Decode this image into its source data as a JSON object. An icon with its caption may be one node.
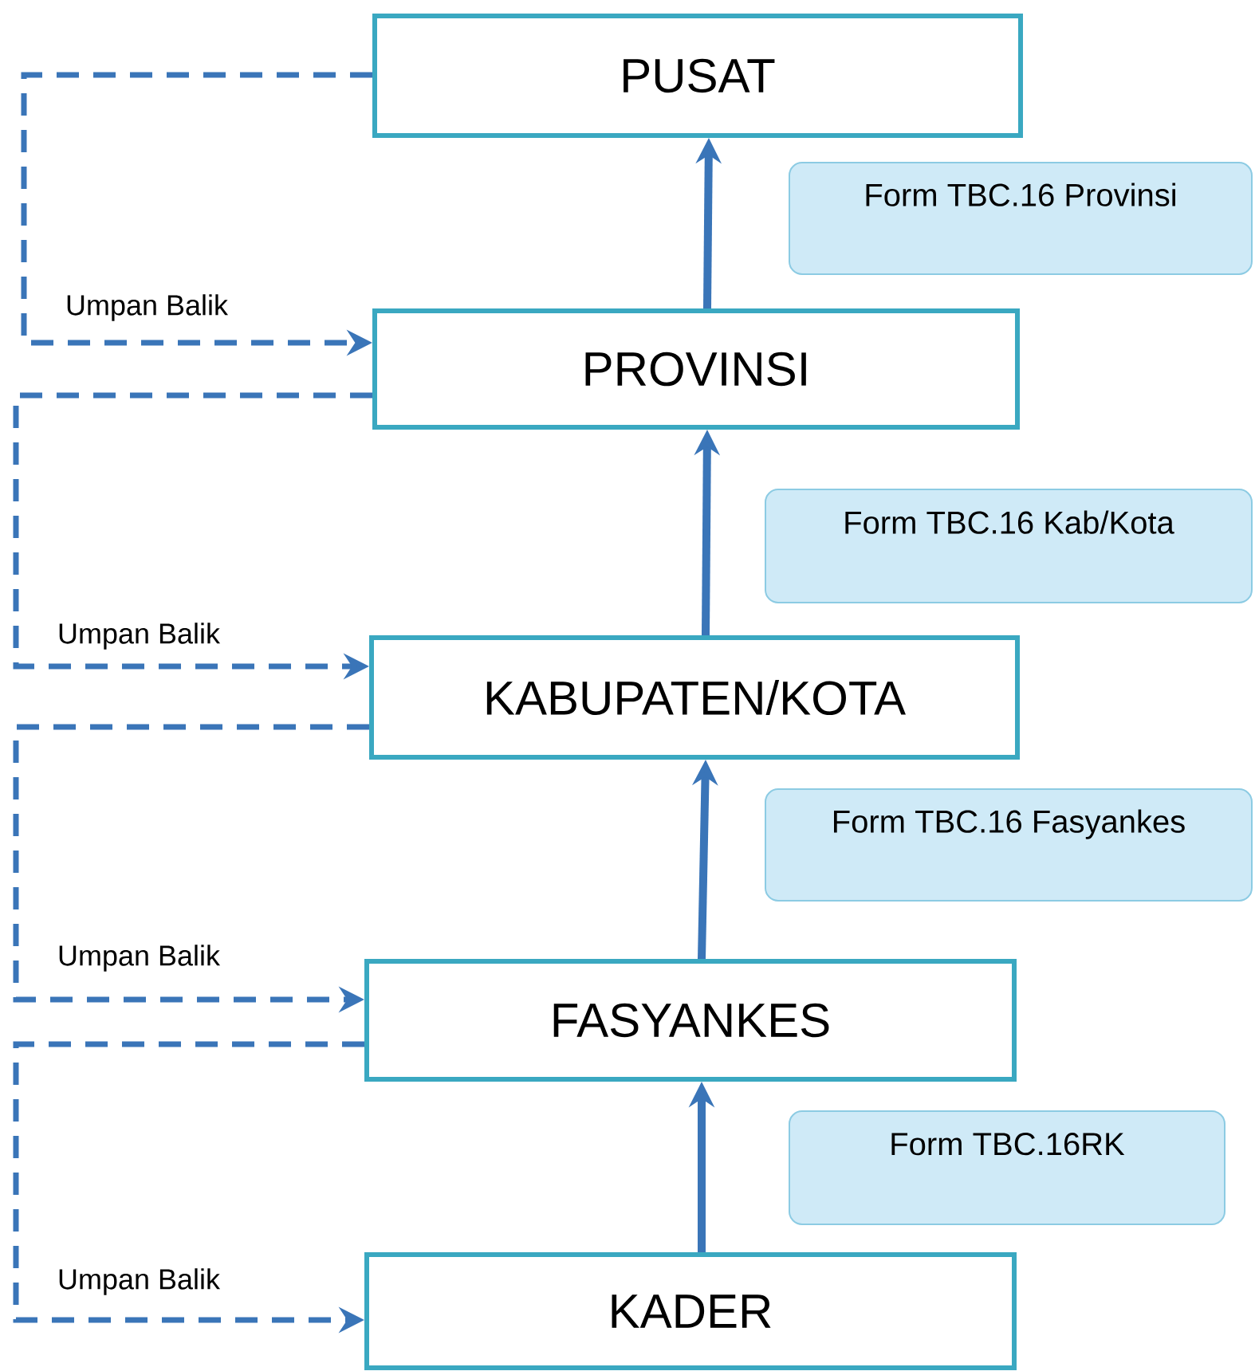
{
  "diagram": {
    "nodes": [
      {
        "text": [
          "PUSAT"
        ]
      },
      {
        "text": [
          "Form TBC.16 Provinsi"
        ]
      },
      {
        "text": [
          "PROVINSI"
        ]
      },
      {
        "text": [
          "Form TBC.16 Kab/Kota"
        ]
      },
      {
        "text": [
          "KABUPATEN/KOTA"
        ]
      },
      {
        "text": [
          "Form TBC.16 Fasyankes"
        ]
      },
      {
        "text": [
          "FASYANKES"
        ]
      },
      {
        "text": [
          "Form TBC.16RK"
        ]
      },
      {
        "text": [
          "KADER"
        ]
      }
    ],
    "edges": [
      {
        "from": 8,
        "to": 6,
        "arrow": "to"
      },
      {
        "from": 6,
        "to": 4,
        "arrow": "to"
      },
      {
        "from": 4,
        "to": 2,
        "arrow": "to"
      },
      {
        "from": 2,
        "to": 0,
        "arrow": "to"
      },
      {
        "from": 0,
        "to": 2,
        "arrow": "to",
        "style": "dashed",
        "label": "Umpan Balik"
      },
      {
        "from": 2,
        "to": 4,
        "arrow": "to",
        "style": "dashed",
        "label": "Umpan Balik"
      },
      {
        "from": 4,
        "to": 6,
        "arrow": "to",
        "style": "dashed",
        "label": "Umpan Balik"
      },
      {
        "from": 6,
        "to": 8,
        "arrow": "to",
        "style": "dashed",
        "label": "Umpan Balik"
      }
    ]
  }
}
